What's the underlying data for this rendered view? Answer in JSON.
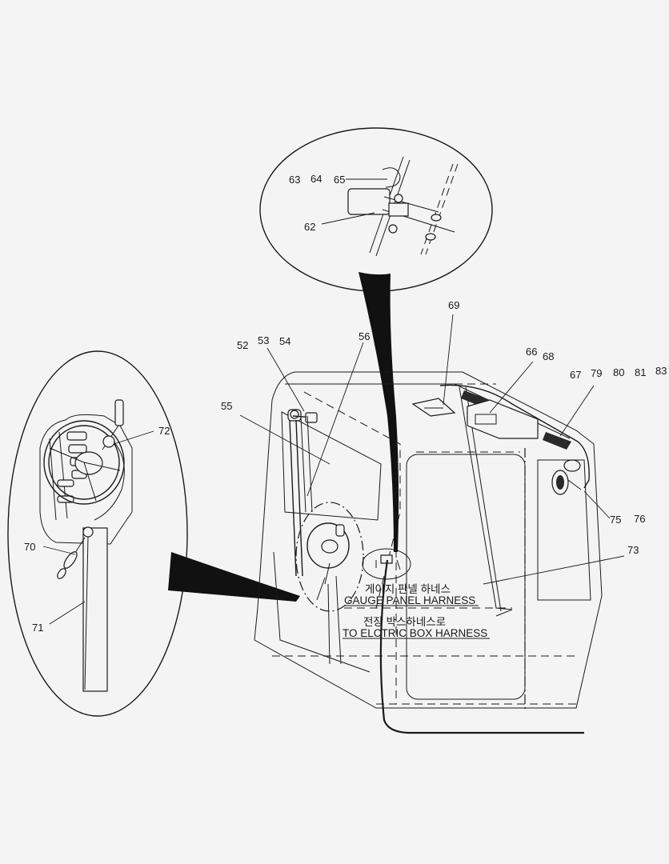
{
  "labels": {
    "p52": "52",
    "p53": "53",
    "p54": "54",
    "p55": "55",
    "p56": "56",
    "p62": "62",
    "p63": "63",
    "p64": "64",
    "p65": "65",
    "p66": "66",
    "p67": "67",
    "p68": "68",
    "p69": "69",
    "p70": "70",
    "p71": "71",
    "p72": "72",
    "p73": "73",
    "p75": "75",
    "p76": "76",
    "p79": "79",
    "p80": "80",
    "p81": "81",
    "p83": "83"
  },
  "captions": {
    "gauge_ko": "게이지 판넬 하네스",
    "gauge_en": "GAUGE PANEL HARNESS",
    "box_ko": "전장 박스하네스로",
    "box_en": "TO ELCTRIC BOX HARNESS"
  }
}
